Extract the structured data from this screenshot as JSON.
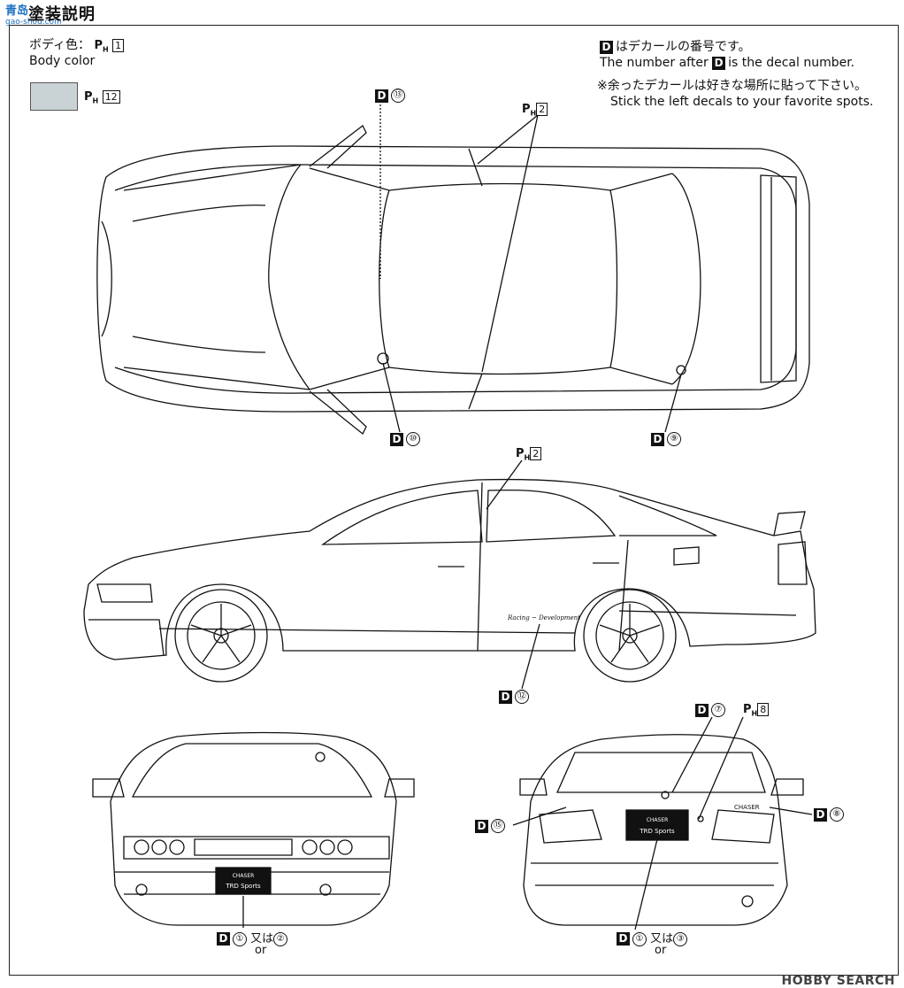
{
  "header": {
    "title": "塗装説明",
    "logo": "青岛",
    "logo_url": "gao-shou.com"
  },
  "body_color": {
    "label_jp": "ボディ色：",
    "code": "1",
    "label_en": "Body color",
    "swatch_code": "12",
    "swatch_color": "#c9d3d6"
  },
  "notes": {
    "line1": "はデカールの番号です。",
    "line2a": "The number after",
    "line2b": "is the decal number.",
    "line3": "※余ったデカールは好きな場所に貼って下さい。",
    "line4": "Stick the left decals to your favorite spots."
  },
  "decal_letter": "D",
  "paint_prefix": "P",
  "paint_sub": "H",
  "callouts": {
    "top_d13": "⑬",
    "top_ph2": "2",
    "top_d10": "⑩",
    "top_d9": "⑨",
    "side_ph2": "2",
    "side_d12": "⑫",
    "rear_d7": "⑦",
    "rear_ph8": "8",
    "rear_d15": "⑮",
    "rear_d8": "⑧",
    "front_d1": "①",
    "front_or_jp": "又は",
    "front_d2": "②",
    "front_or": "or",
    "rear_d1": "①",
    "rear_or_jp": "又は",
    "rear_d3": "③",
    "rear_or": "or"
  },
  "plates": {
    "chaser": "CHASER",
    "trd": "TRD Sports"
  },
  "watermark": "HOBBY SEARCH"
}
